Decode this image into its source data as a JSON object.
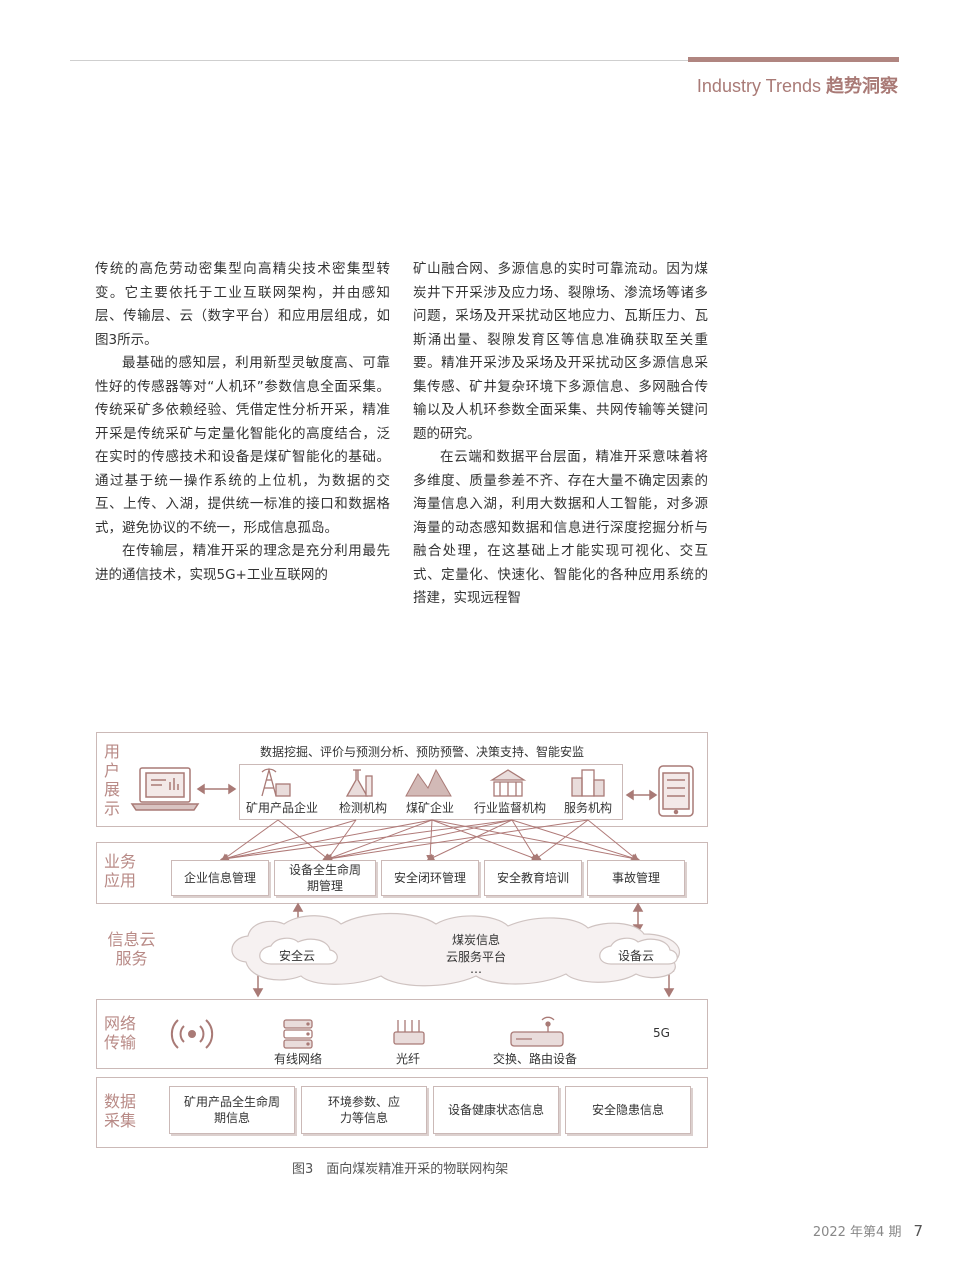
{
  "header": {
    "title_en": "Industry Trends",
    "title_zh": "趋势洞察"
  },
  "article": {
    "col1": [
      {
        "text": "传统的高危劳动密集型向高精尖技术密集型转变。它主要依托于工业互联网架构，并由感知层、传输层、云（数字平台）和应用层组成，如图3所示。",
        "indent": false
      },
      {
        "text": "最基础的感知层，利用新型灵敏度高、可靠性好的传感器等对“人机环”参数信息全面采集。传统采矿多依赖经验、凭借定性分析开采，精准开采是传统采矿与定量化智能化的高度结合，泛在实时的传感技术和设备是煤矿智能化的基础。通过基于统一操作系统的上位机，为数据的交互、上传、入湖，提供统一标准的接口和数据格式，避免协议的不统一，形成信息孤岛。",
        "indent": true
      },
      {
        "text": "在传输层，精准开采的理念是充分利用最先进的通信技术，实现5G+工业互联网的",
        "indent": true
      }
    ],
    "col2": [
      {
        "text": "矿山融合网、多源信息的实时可靠流动。因为煤炭井下开采涉及应力场、裂隙场、渗流场等诸多问题，采场及开采扰动区地应力、瓦斯压力、瓦斯涌出量、裂隙发育区等信息准确获取至关重要。精准开采涉及采场及开采扰动区多源信息采集传感、矿井复杂环境下多源信息、多网融合传输以及人机环参数全面采集、共网传输等关键问题的研究。",
        "indent": false
      },
      {
        "text": "在云端和数据平台层面，精准开采意味着将多维度、质量参差不齐、存在大量不确定因素的海量信息入湖，利用大数据和人工智能，对多源海量的动态感知数据和信息进行深度挖掘分析与融合处理，在这基础上才能实现可视化、交互式、定量化、快速化、智能化的各种应用系统的搭建，实现远程智",
        "indent": true
      }
    ]
  },
  "figure": {
    "layers": {
      "user": "用户展示",
      "biz": "业务应用",
      "cloud": "信息云服务",
      "net": "网络传输",
      "data": "数据采集"
    },
    "user_top": "数据挖掘、评价与预测分析、预防预警、决策支持、智能安监",
    "user_items": [
      "矿用产品企业",
      "检测机构",
      "煤矿企业",
      "行业监督机构",
      "服务机构"
    ],
    "biz_items": [
      "企业信息管理",
      "设备全生命周期管理",
      "安全闭环管理",
      "安全教育培训",
      "事故管理"
    ],
    "cloud": {
      "left": "安全云",
      "center1": "煤炭信息",
      "center2": "云服务平台",
      "center3": "…",
      "right": "设备云"
    },
    "net_items": [
      "有线网络",
      "光纤",
      "交换、路由设备",
      "5G"
    ],
    "data_items": [
      "矿用产品全生命周期信息",
      "环境参数、应力等信息",
      "设备健康状态信息",
      "安全隐患信息"
    ],
    "caption": "图3　面向煤炭精准开采的物联网构架",
    "accent": "#a97a76"
  },
  "footer": {
    "issue": "2022 年第4 期",
    "page": "7"
  }
}
